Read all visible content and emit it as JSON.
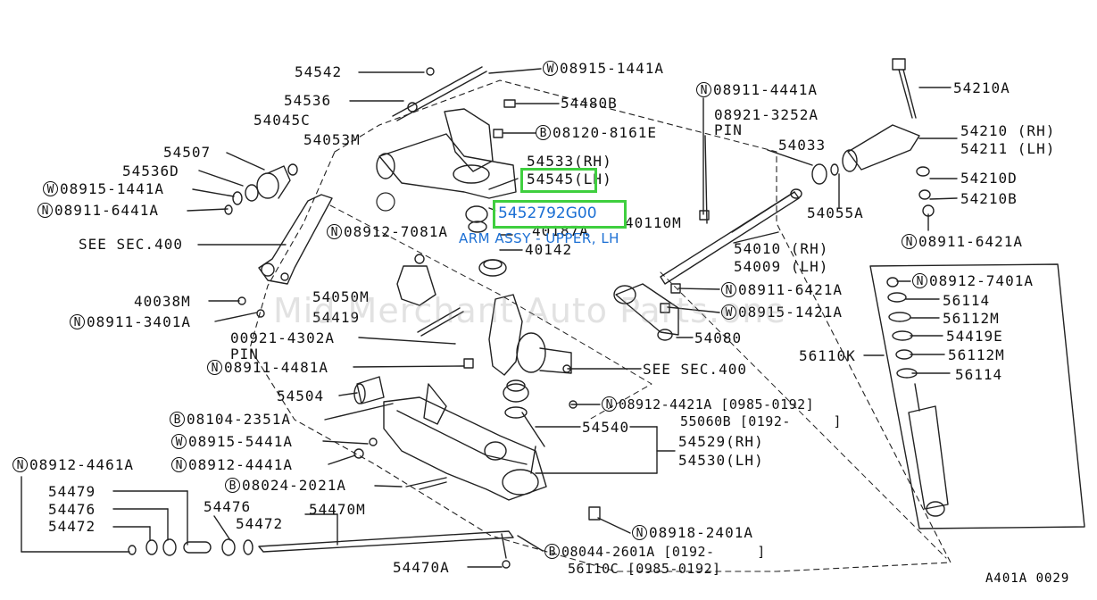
{
  "labels": {
    "p54542": "54542",
    "p54536": "54536",
    "p54045c": "54045C",
    "p54053m": "54053M",
    "p54507": "54507",
    "p54536d": "54536D",
    "p08915_1441a_left": "08915-1441A",
    "p08911_6441a": "08911-6441A",
    "p_see400_left": "SEE SEC.400",
    "p08912_7081a": "08912-7081A",
    "p40038m": "40038M",
    "p08911_3401a": "08911-3401A",
    "p54050m": "54050M",
    "p54419": "54419",
    "p00921_4302a": "00921-4302A",
    "p_pin_left": "PIN",
    "p08911_4481a": "08911-4481A",
    "p54504": "54504",
    "p08104_2351a": "08104-2351A",
    "p08915_5441a": "08915-5441A",
    "p08912_4441a": "08912-4441A",
    "p08912_4461a": "08912-4461A",
    "p08024_2021a": "08024-2021A",
    "p54479": "54479",
    "p54476_left": "54476",
    "p54472_left": "54472",
    "p54476_mid": "54476",
    "p54472_mid": "54472",
    "p54470m": "54470M",
    "p54470a": "54470A",
    "p08915_1441a_top": "08915-1441A",
    "p54480b": "54480B",
    "p08120_8161e": "08120-8161E",
    "p54533": "54533(RH)",
    "p54545": "54545(LH)",
    "p40187a": "40187A",
    "p40110m": "40110M",
    "p40142": "40142",
    "p08911_4441a": "08911-4441A",
    "p08921_3252a": "08921-3252A",
    "p_pin_right": "PIN",
    "p54033": "54033",
    "p54055a": "54055A",
    "p54010": "54010 (RH)",
    "p54009": "54009 (LH)",
    "p08911_6421a_mid": "08911-6421A",
    "p08915_1421a": "08915-1421A",
    "p54080": "54080",
    "p_see400_right": "SEE SEC.400",
    "p08912_4421a": "08912-4421A [0985-0192]",
    "p55060b": "55060B [0192-     ]",
    "p54540": "54540",
    "p54529": "54529(RH)",
    "p54530": "54530(LH)",
    "p08918_2401a": "08918-2401A",
    "p08044_2601a": "08044-2601A [0192-     ]",
    "p56110c": "56110C [0985-0192]",
    "p54210a": "54210A",
    "p54210": "54210 (RH)",
    "p54211": "54211 (LH)",
    "p54210d": "54210D",
    "p54210b": "54210B",
    "p08911_6421a_right": "08911-6421A",
    "p08912_7401a": "08912-7401A",
    "p56114_a": "56114",
    "p56112m_a": "56112M",
    "p54419e": "54419E",
    "p56112m_b": "56112M",
    "p56114_b": "56114",
    "p56110k": "56110K"
  },
  "prefix": {
    "n": "N",
    "w": "W",
    "b": "B"
  },
  "highlight": {
    "part_number": "5452792G00",
    "description": "ARM ASSY - UPPER, LH"
  },
  "watermark": "Mid Merchant Auto Parts.one",
  "diagram_code": "A401A 0029"
}
